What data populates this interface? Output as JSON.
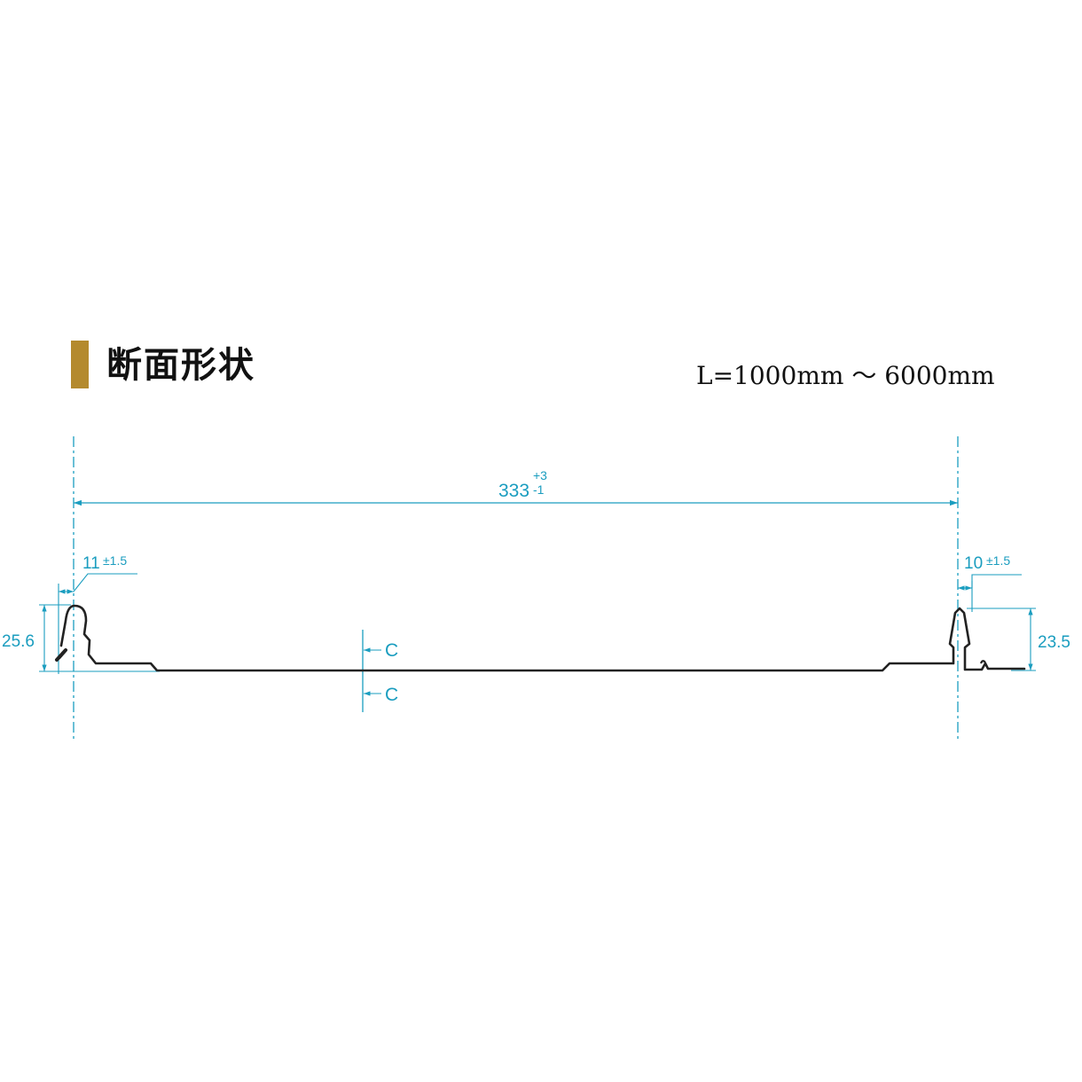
{
  "section": {
    "title": "断面形状",
    "length_range": "L=1000mm ～ 6000mm",
    "accent_color": "#b48a2e"
  },
  "dimensions": {
    "width": {
      "value": "333",
      "tol_plus": "+3",
      "tol_minus": "-1"
    },
    "left_seam": {
      "value": "11",
      "tol": "±1.5"
    },
    "right_seam": {
      "value": "10",
      "tol": "±1.5"
    },
    "left_height": "25.6",
    "right_height": "23.5",
    "section_mark_top": "C",
    "section_mark_bottom": "C"
  },
  "colors": {
    "dimension": "#1a9dbf",
    "profile": "#222222"
  }
}
